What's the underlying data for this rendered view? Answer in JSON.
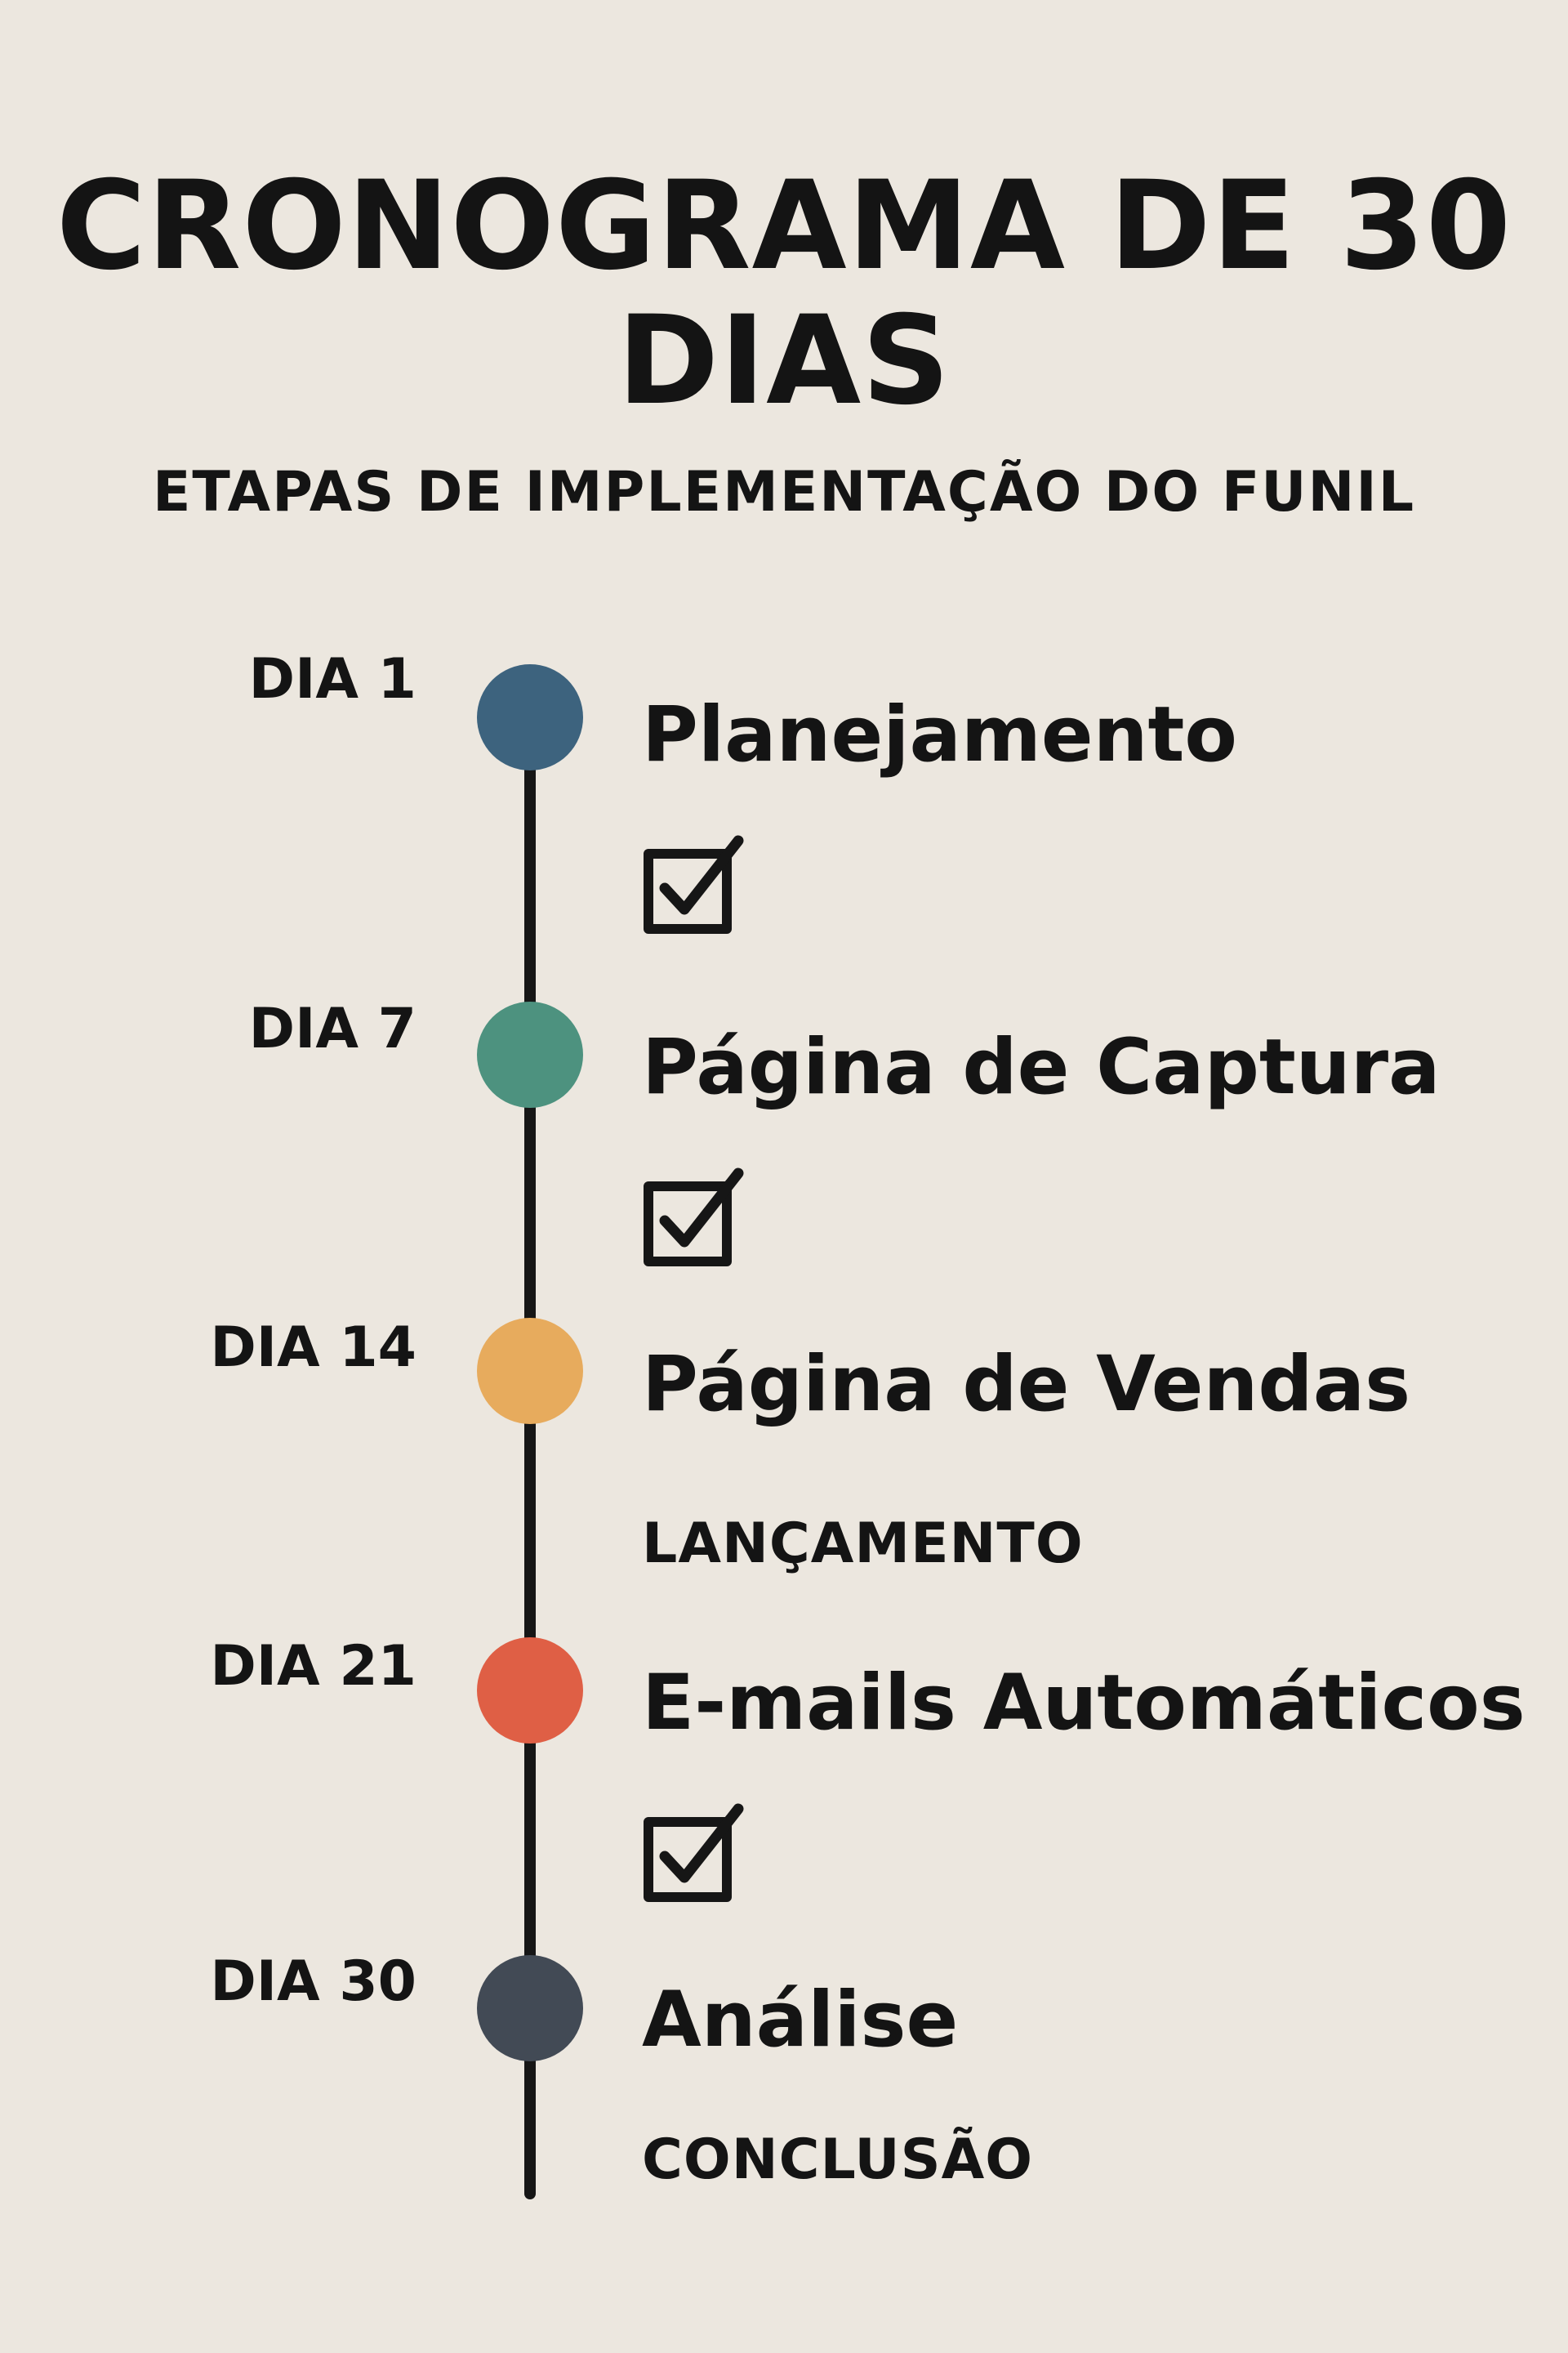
{
  "header": {
    "title_line1": "CRONOGRAMA DE 30",
    "title_line2": "DIAS",
    "subtitle": "ETAPAS DE IMPLEMENTAÇÃO DO FUNIL"
  },
  "milestones": [
    {
      "day": "DIA 1",
      "stage": "Planejamento",
      "color": "#3d637e"
    },
    {
      "day": "DIA 7",
      "stage": "Página de Captura",
      "color": "#4d927f"
    },
    {
      "day": "DIA 14",
      "stage": "Página de Vendas",
      "color": "#e7ab5d"
    },
    {
      "day": "DIA 21",
      "stage": "E-mails Automáticos",
      "color": "#df5f45"
    },
    {
      "day": "DIA 30",
      "stage": "Análise",
      "color": "#424a55"
    }
  ],
  "notes": {
    "lancamento": "LANÇAMENTO",
    "conclusao": "CONCLUSÃO"
  },
  "icons": {
    "check": "checkbox-checked-icon"
  }
}
